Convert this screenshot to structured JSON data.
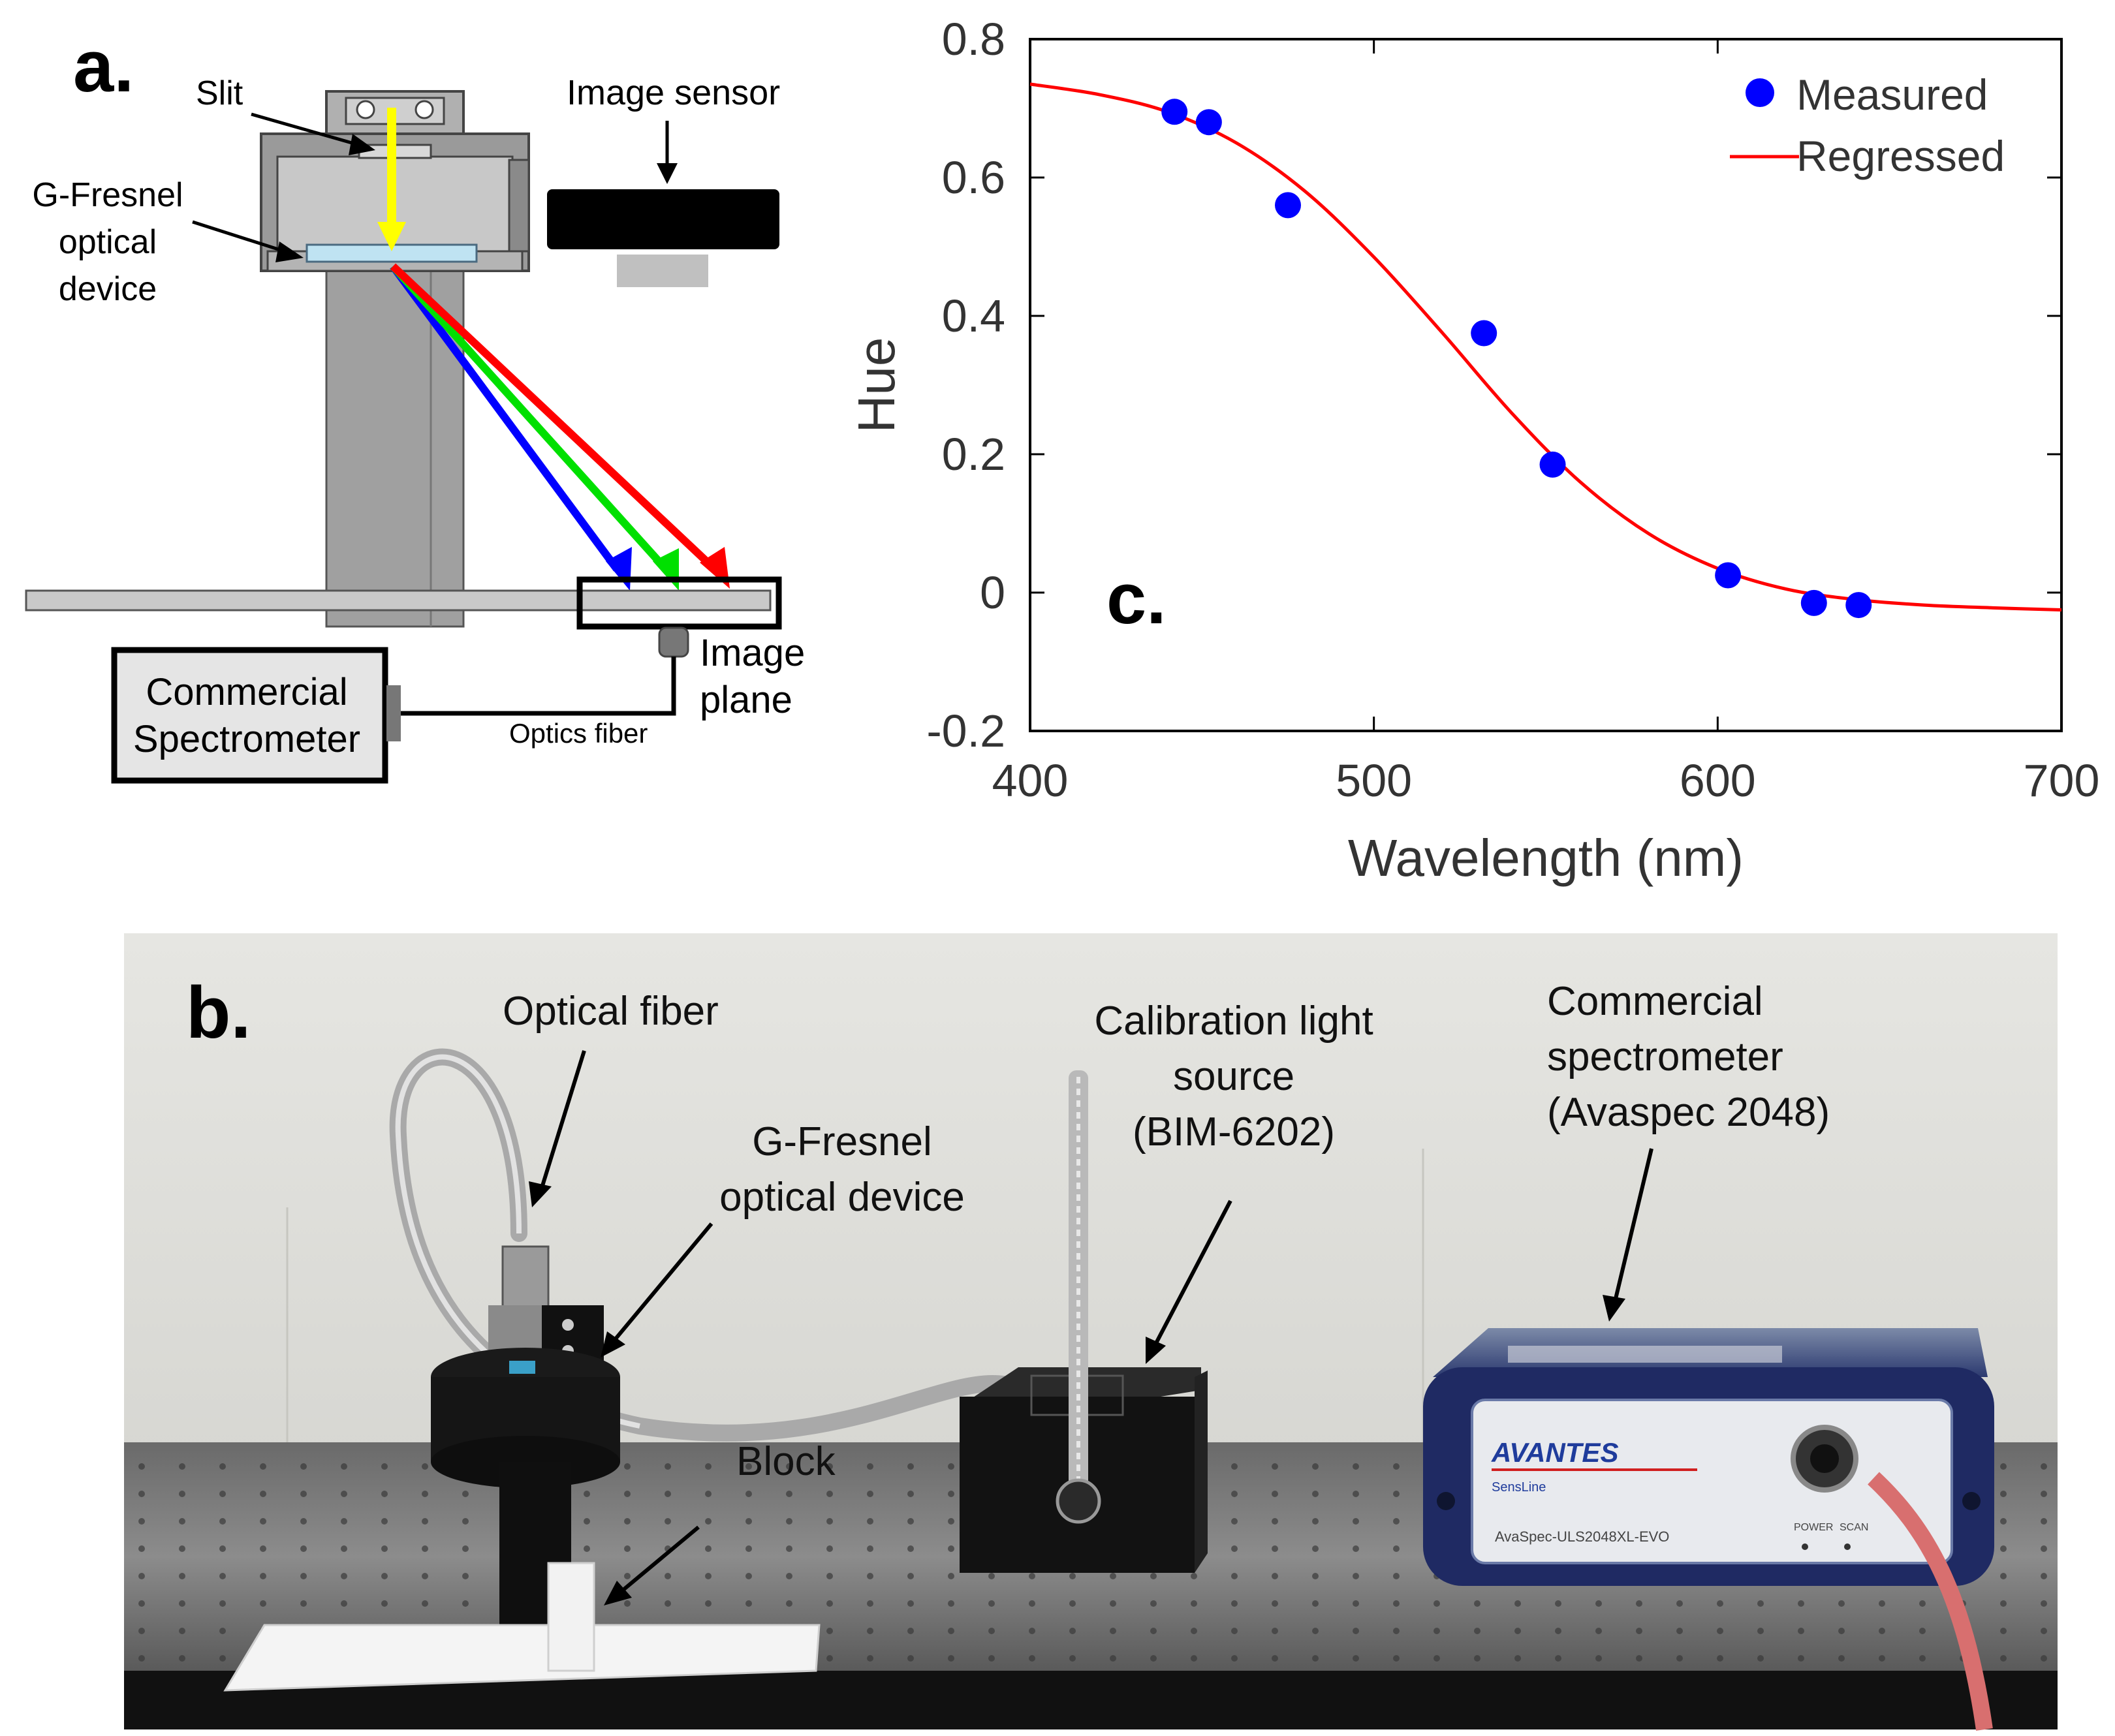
{
  "panel_a": {
    "panel_label": "a.",
    "slit_label": "Slit",
    "image_sensor_label": "Image sensor",
    "gfresnel_label_lines": [
      "G-Fresnel",
      "optical",
      "device"
    ],
    "spectrometer_label_lines": [
      "Commercial",
      "Spectrometer"
    ],
    "optics_fiber_label": "Optics fiber",
    "image_plane_label_lines": [
      "Image",
      "plane"
    ],
    "colors": {
      "incident_beam": "#ffff00",
      "red_ray": "#ff0000",
      "green_ray": "#00e000",
      "blue_ray": "#0000ff",
      "device_body": "#999999",
      "device_light": "#c8c8c8"
    }
  },
  "panel_b": {
    "panel_label": "b.",
    "optical_fiber_label": "Optical fiber",
    "gfresnel_label_lines": [
      "G-Fresnel",
      "optical device"
    ],
    "block_label": "Block",
    "calibration_label_lines": [
      "Calibration light",
      "source",
      "(BIM-6202)"
    ],
    "spectrometer_label_lines": [
      "Commercial",
      "spectrometer",
      "(Avaspec 2048)"
    ],
    "brand_logo_text": "AVANTES",
    "brand_sub_text": "SensLine",
    "model_text": "AvaSpec-ULS2048XL-EVO",
    "indicator_labels": [
      "POWER",
      "SCAN"
    ]
  },
  "chart_data": {
    "type": "scatter",
    "panel_label": "c.",
    "xlabel": "Wavelength (nm)",
    "ylabel": "Hue",
    "xlim": [
      400,
      700
    ],
    "ylim": [
      -0.2,
      0.8
    ],
    "xticks": [
      400,
      500,
      600,
      700
    ],
    "yticks": [
      -0.2,
      0,
      0.2,
      0.4,
      0.6,
      0.8
    ],
    "grid": false,
    "legend_position": "top-right",
    "series": [
      {
        "name": "Measured",
        "kind": "markers",
        "color": "#0000ff",
        "x": [
          442,
          452,
          475,
          532,
          552,
          603,
          628,
          641
        ],
        "y": [
          0.695,
          0.68,
          0.56,
          0.375,
          0.185,
          0.025,
          -0.015,
          -0.018
        ]
      },
      {
        "name": "Regressed",
        "kind": "line",
        "color": "#ff0000",
        "x": [
          400,
          420,
          440,
          460,
          480,
          500,
          520,
          540,
          560,
          580,
          600,
          620,
          640,
          660,
          680,
          700
        ],
        "y": [
          0.735,
          0.72,
          0.695,
          0.65,
          0.58,
          0.485,
          0.375,
          0.26,
          0.16,
          0.085,
          0.035,
          0.005,
          -0.01,
          -0.018,
          -0.022,
          -0.025
        ]
      }
    ]
  }
}
